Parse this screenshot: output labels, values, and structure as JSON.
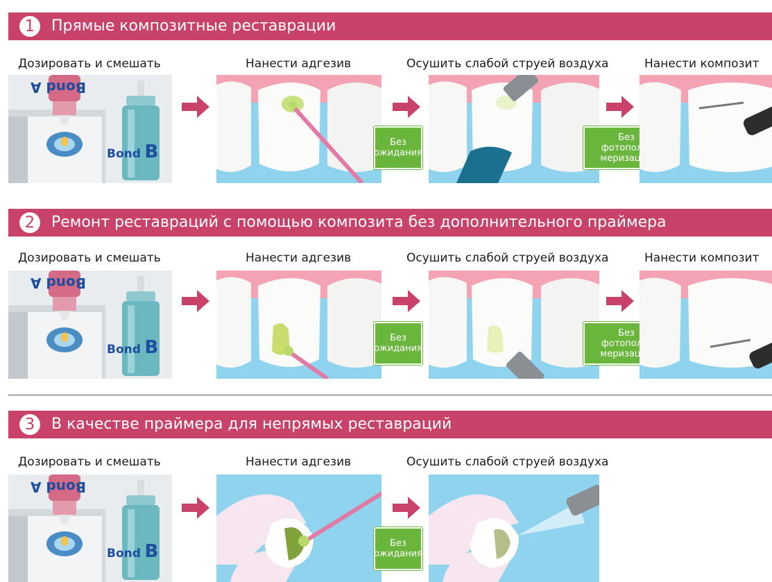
{
  "sections": [
    {
      "number": "1",
      "title": "Прямые композитные реставрации",
      "steps": [
        "Дозировать и смешать",
        "Нанести адгезив",
        "Осушить слабой струей воздуха",
        "Нанести композит"
      ],
      "badges": [
        [
          "Без",
          "ожидания"
        ],
        [
          "Без",
          "фотополи-",
          "меризации"
        ]
      ]
    },
    {
      "number": "2",
      "title": "Ремонт реставраций с помощью композита без дополнительного праймера",
      "steps": [
        "Дозировать и смешать",
        "Нанести адгезив",
        "Осушить слабой струей воздуха",
        "Нанести композит"
      ],
      "badges": [
        [
          "Без",
          "ожидания"
        ],
        [
          "Без",
          "фотополи-",
          "меризации"
        ]
      ]
    },
    {
      "number": "3",
      "title": "В качестве праймера для непрямых реставраций",
      "steps": [
        "Дозировать и смешать",
        "Нанести адгезив",
        "Осушить слабой струей воздуха"
      ],
      "badges": [
        [
          "Без",
          "ожидания"
        ]
      ]
    }
  ],
  "product": {
    "bottle_a_label": "Bond A",
    "bottle_b_label": "Bond",
    "bottle_b_letter": "B"
  },
  "colors": {
    "header": "#c8426a",
    "arrow": "#c8426a",
    "badge": "#6ab63c",
    "gum": "#f4a3b5",
    "sky": "#8fd3ee"
  }
}
